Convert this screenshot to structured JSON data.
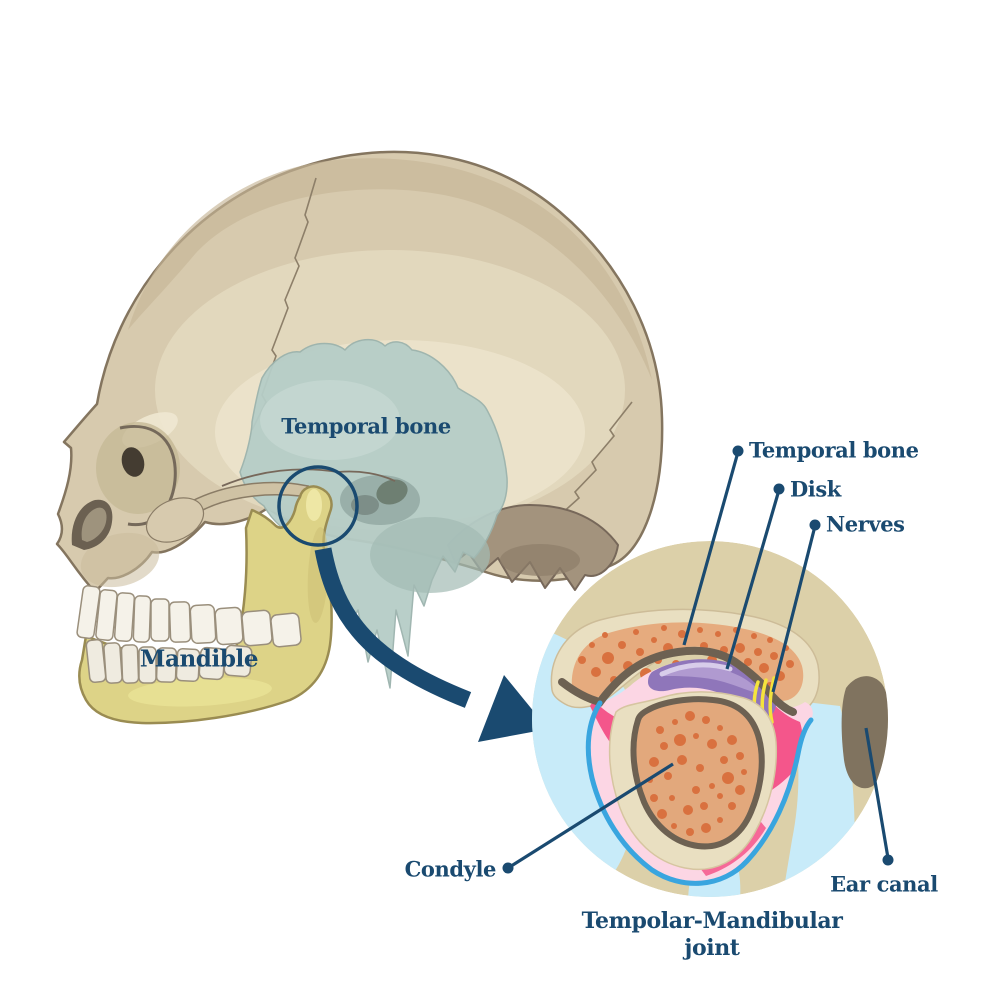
{
  "figure_type": "anatomical-diagram",
  "skull": {
    "labels": {
      "temporal_bone": "Temporal bone",
      "mandible": "Mandible"
    }
  },
  "inset": {
    "labels": {
      "temporal_bone": "Temporal bone",
      "disk": "Disk",
      "nerves": "Nerves",
      "condyle": "Condyle",
      "ear_canal": "Ear canal"
    },
    "caption": {
      "line1": "Tempolar-Mandibular",
      "line2": "joint"
    }
  },
  "colors": {
    "accent": "#1a4a70",
    "skull_bone": "#d7caae",
    "skull_outline": "#84755f",
    "temporal_region": "#b6cdc7",
    "mandible": "#ddd387",
    "inset_background": "#dcd0a9",
    "cortical_bone": "#e9dfc1",
    "spongy_bone": "#e6ab7e",
    "spongy_spots": "#d9713f",
    "capsule_pink": "#fcd6e4",
    "synovial_magenta": "#f4568b",
    "disk_purple": "#8f76ba",
    "nerve_yellow": "#f4e33d",
    "capsule_blue": "#39a5df",
    "soft_tissue_blue": "#c8ebf9",
    "ear_canal_gray": "#80735f"
  }
}
